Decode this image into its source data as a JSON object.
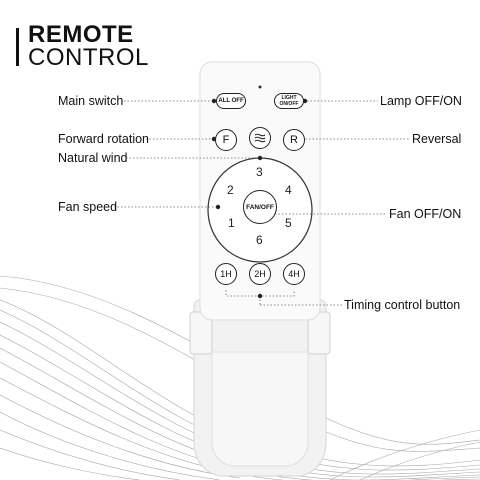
{
  "title": {
    "line1": "REMOTE",
    "line2": "CONTROL"
  },
  "callouts": {
    "main_switch": "Main switch",
    "lamp": "Lamp OFF/ON",
    "forward": "Forward rotation",
    "reversal": "Reversal",
    "natural_wind": "Natural wind",
    "fan_speed": "Fan speed",
    "fan_off_on": "Fan OFF/ON",
    "timing": "Timing control button"
  },
  "buttons": {
    "all_off": "ALL OFF",
    "light_line1": "LIGHT",
    "light_line2": "ON/OFF",
    "forward": "F",
    "reverse": "R",
    "fan_center": "FAN/OFF",
    "timer_1h": "1H",
    "timer_2h": "2H",
    "timer_4h": "4H"
  },
  "speeds": {
    "s1": "1",
    "s2": "2",
    "s3": "3",
    "s4": "4",
    "s5": "5",
    "s6": "6"
  },
  "icons": {
    "wind": "wind-icon",
    "indicator": "led-indicator-icon"
  }
}
